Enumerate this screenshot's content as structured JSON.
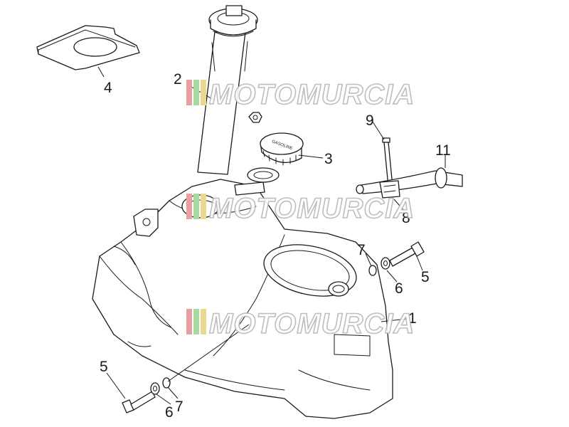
{
  "diagram": {
    "labels": [
      {
        "id": "1",
        "text": "1"
      },
      {
        "id": "2",
        "text": "2"
      },
      {
        "id": "3",
        "text": "3"
      },
      {
        "id": "4",
        "text": "4"
      },
      {
        "id": "5a",
        "text": "5"
      },
      {
        "id": "5b",
        "text": "5"
      },
      {
        "id": "6a",
        "text": "6"
      },
      {
        "id": "6b",
        "text": "6"
      },
      {
        "id": "7a",
        "text": "7"
      },
      {
        "id": "7b",
        "text": "7"
      },
      {
        "id": "8",
        "text": "8"
      },
      {
        "id": "9",
        "text": "9"
      },
      {
        "id": "11",
        "text": "11"
      }
    ],
    "cap_marking": "GASOLINE"
  },
  "watermark": {
    "text": "MOTOMURCIA",
    "stripe_colors": [
      "#e8a0a0",
      "#a8d8a0",
      "#e8d890"
    ]
  }
}
